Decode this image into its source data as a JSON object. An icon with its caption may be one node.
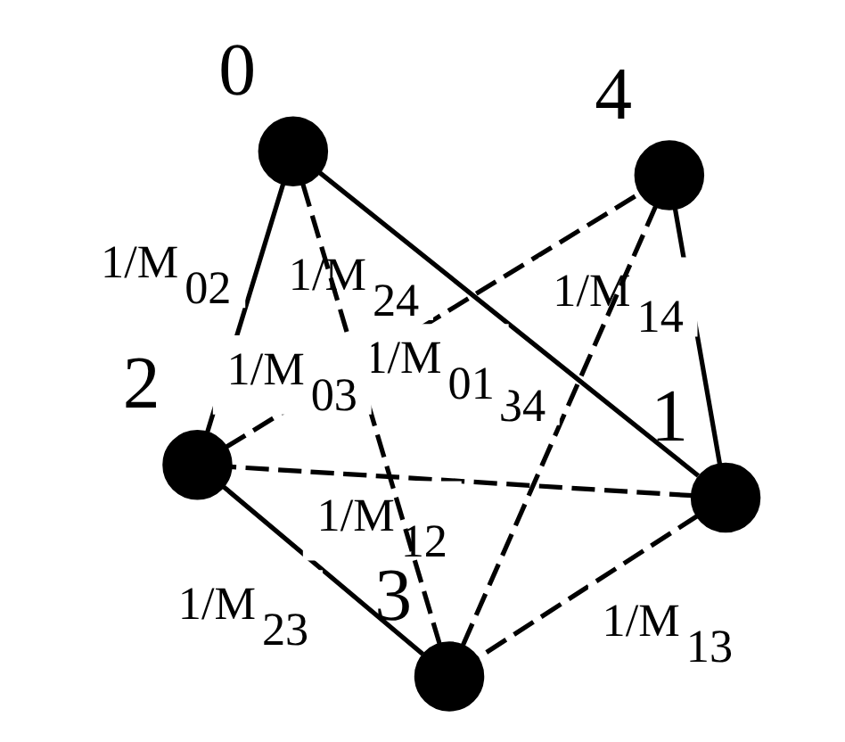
{
  "diagram": {
    "nodes": [
      {
        "text": [],
        "shape": "circle",
        "beside": [
          "2"
        ]
      },
      {
        "text": [],
        "shape": "circle",
        "beside": [
          "1"
        ]
      },
      {
        "text": [],
        "shape": "circle",
        "beside": [
          "3"
        ]
      },
      {
        "text": [],
        "shape": "circle",
        "beside": [
          "0"
        ]
      },
      {
        "text": [],
        "shape": "circle",
        "beside": [
          "4"
        ]
      }
    ],
    "edges": [
      {
        "from": 1,
        "to": 0,
        "arrow": "none",
        "style": "dashed",
        "label": "1/M$_{12}$"
      },
      {
        "from": 0,
        "to": 2,
        "arrow": "none",
        "label": "1/M$_{23}$"
      },
      {
        "from": 1,
        "to": 2,
        "arrow": "none",
        "style": "dashed",
        "label": "1/M$_{13}$"
      },
      {
        "from": 1,
        "to": 4,
        "arrow": "none",
        "label": "1/M$_{14}$"
      },
      {
        "from": 3,
        "to": 1,
        "arrow": "none",
        "label": "1/M$_{01}$"
      },
      {
        "from": 3,
        "to": 0,
        "arrow": "none",
        "label": "1/M$_{02}$"
      },
      {
        "from": 3,
        "to": 2,
        "arrow": "none",
        "style": "dashed",
        "label": "1/M$_{03}$"
      },
      {
        "from": 0,
        "to": 4,
        "arrow": "none",
        "style": "dashed",
        "label": "1/M$_{24}$"
      },
      {
        "from": 2,
        "to": 4,
        "arrow": "none",
        "style": "dashed",
        "label": "1/M$_{34}$"
      }
    ]
  }
}
